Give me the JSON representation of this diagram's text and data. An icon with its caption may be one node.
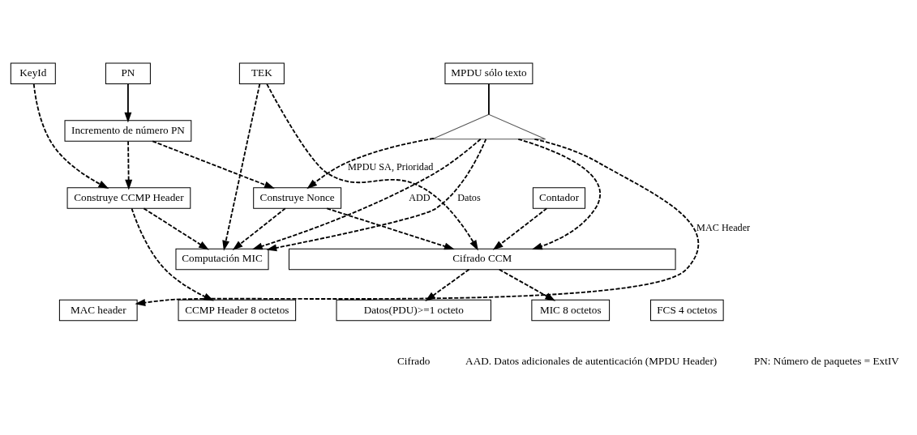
{
  "diagram": {
    "nodes": [
      {
        "text": [
          "MPDU sólo texto"
        ]
      },
      {
        "text": [],
        "shape": "triangle"
      },
      {
        "text": [
          "TEK"
        ]
      },
      {
        "text": [
          "PN"
        ]
      },
      {
        "text": [
          "KeyId"
        ]
      },
      {
        "text": [
          "Incremento de número PN"
        ]
      },
      {
        "text": [
          "Construye CCMP Header"
        ]
      },
      {
        "text": [
          "Construye Nonce"
        ]
      },
      {
        "text": [
          "Computación MIC"
        ]
      },
      {
        "text": [
          "Contador"
        ]
      },
      {
        "text": [
          "Cifrado CCM"
        ]
      },
      {
        "text": [
          "MAC header"
        ]
      },
      {
        "text": [
          "CCMP Header 8 octetos"
        ]
      },
      {
        "text": [
          "Datos(PDU)>=1 octeto"
        ]
      },
      {
        "text": [
          "MIC 8 octetos"
        ]
      },
      {
        "text": [
          "FCS 4 octetos"
        ]
      }
    ],
    "edges": [
      {
        "from": 0,
        "to": 1,
        "arrow": "none"
      },
      {
        "from": 3,
        "to": 5,
        "arrow": "to"
      },
      {
        "from": 1,
        "to": 11,
        "arrow": "to",
        "label": "MAC Header",
        "style": "dashed"
      },
      {
        "from": 1,
        "to": 8,
        "arrow": "to",
        "label": "ADD",
        "style": "dashed"
      },
      {
        "from": 1,
        "to": 8,
        "arrow": "to",
        "label": "Datos",
        "style": "dashed"
      },
      {
        "from": 1,
        "to": 10,
        "arrow": "to",
        "style": "dashed"
      },
      {
        "from": 1,
        "to": 7,
        "arrow": "to",
        "label": "MPDU SA, Prioridad",
        "style": "dashed"
      },
      {
        "from": 5,
        "to": 7,
        "arrow": "to",
        "style": "dashed"
      },
      {
        "from": 5,
        "to": 6,
        "arrow": "to",
        "style": "dashed"
      },
      {
        "from": 4,
        "to": 6,
        "arrow": "to",
        "style": "dashed"
      },
      {
        "from": 2,
        "to": 8,
        "arrow": "to",
        "style": "dashed"
      },
      {
        "from": 2,
        "to": 10,
        "arrow": "to",
        "style": "dashed"
      },
      {
        "from": 6,
        "to": 8,
        "arrow": "to",
        "style": "dashed"
      },
      {
        "from": 7,
        "to": 8,
        "arrow": "to",
        "style": "dashed"
      },
      {
        "from": 7,
        "to": 10,
        "arrow": "to",
        "style": "dashed"
      },
      {
        "from": 9,
        "to": 10,
        "arrow": "to",
        "style": "dashed"
      },
      {
        "from": 6,
        "to": 12,
        "arrow": "to",
        "style": "dashed"
      },
      {
        "from": 10,
        "to": 13,
        "arrow": "to",
        "style": "dashed"
      },
      {
        "from": 10,
        "to": 14,
        "arrow": "to",
        "style": "dashed"
      }
    ],
    "labels": [
      "Cifrado",
      "AAD. Datos adicionales de autenticación (MPDU Header)",
      "PN: Número de paquetes = ExtIV"
    ]
  }
}
